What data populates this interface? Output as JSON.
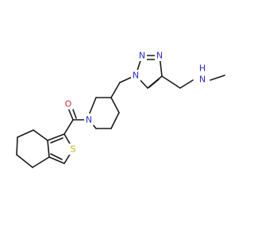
{
  "molecule": {
    "atoms": {
      "nh_h": "H",
      "nh_n": "N",
      "triazole_n1": "N",
      "triazole_n2": "N",
      "triazole_n3": "N",
      "piperidine_n": "N",
      "carbonyl_o": "O",
      "thiophene_s": "S"
    },
    "colors": {
      "bond": "#1a1a1a",
      "nitrogen": "#2a2ae0",
      "oxygen": "#e02a2a",
      "sulfur": "#c8b400"
    }
  }
}
